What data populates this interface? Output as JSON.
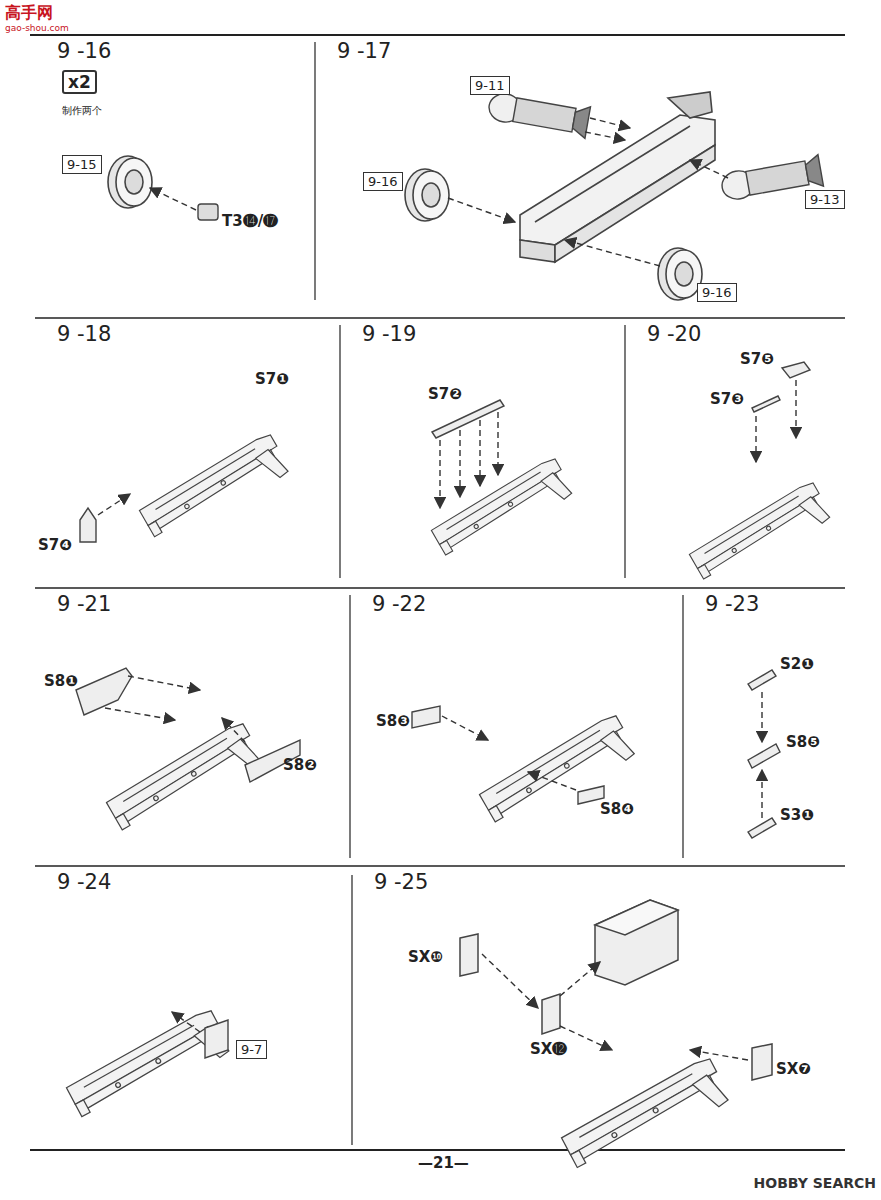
{
  "diagram": {
    "nodes": [
      {
        "text": [
          "9 -16"
        ]
      },
      {
        "text": [
          "x2"
        ],
        "in": 0
      },
      {
        "text": [
          "9-15"
        ],
        "in": 0
      },
      {
        "text": [
          "9 -17"
        ]
      },
      {
        "text": [
          "9-11"
        ],
        "in": 3
      },
      {
        "text": [
          "9-16"
        ],
        "in": 3
      },
      {
        "text": [
          "9-13"
        ],
        "in": 3
      },
      {
        "text": [
          "9-16"
        ],
        "in": 3
      },
      {
        "text": [
          "9 -18"
        ]
      },
      {
        "text": [
          "9 -19"
        ]
      },
      {
        "text": [
          "9 -20"
        ]
      },
      {
        "text": [
          "9 -21"
        ]
      },
      {
        "text": [
          "9 -22"
        ]
      },
      {
        "text": [
          "9 -23"
        ]
      },
      {
        "text": [
          "9 -24"
        ]
      },
      {
        "text": [
          "9-7"
        ],
        "in": 14
      },
      {
        "text": [
          "9 -25"
        ]
      }
    ],
    "labels": [
      "高手网",
      "gao-shou.com",
      "制作两个",
      "T3⓮/⓱",
      "S7❶",
      "S7❹",
      "S7❷",
      "S7❺",
      "S7❸",
      "S8❶",
      "S8❷",
      "S8❸",
      "S8❹",
      "S2❶",
      "S8❺",
      "S3❶",
      "SX❿",
      "SX⓬",
      "SX❼",
      "—21—",
      "HOBBY SEARCH"
    ]
  }
}
